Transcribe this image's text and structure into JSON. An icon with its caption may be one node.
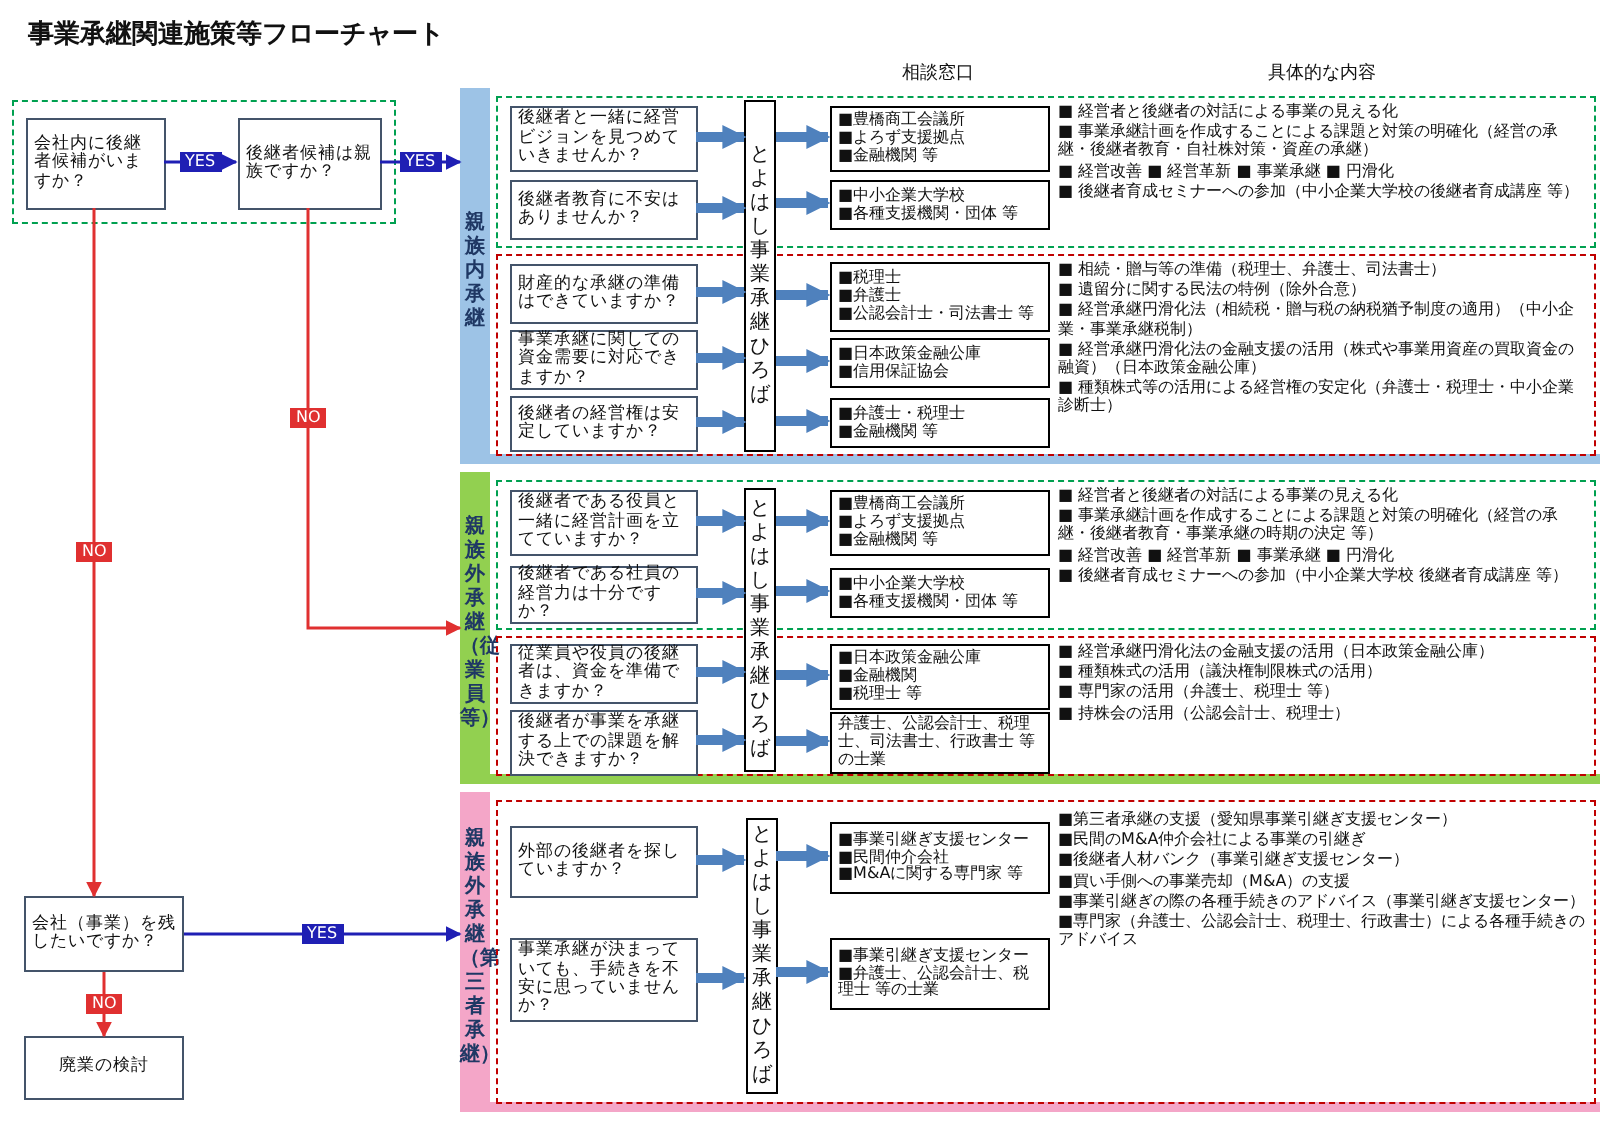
{
  "diagram": {
    "title": "事業承継関連施策等フローチャート",
    "nodes": [
      {
        "text": [],
        "shape": "box"
      },
      {
        "text": [
          "会社内に後継者候補がいますか？"
        ],
        "in": 0
      },
      {
        "text": [
          "後継者候補は親族ですか？"
        ],
        "in": 0
      },
      {
        "text": [
          "会社（事業）を残したいですか？"
        ]
      },
      {
        "text": [
          "廃業の検討"
        ]
      },
      {
        "text": [
          "親族内承継"
        ]
      },
      {
        "text": [],
        "shape": "box",
        "in": 5
      },
      {
        "text": [
          "後継者と一緒に経営ビジョンを見つめていきませんか？"
        ],
        "in": 6
      },
      {
        "text": [
          "後継者教育に不安はありませんか？"
        ],
        "in": 6
      },
      {
        "text": [
          "■豊橋商工会議所",
          "■よろず支援拠点",
          "■金融機関 等"
        ],
        "in": 6
      },
      {
        "text": [
          "■中小企業大学校",
          "■各種支援機関・団体 等"
        ],
        "in": 6
      },
      {
        "text": [
          "■ 経営者と後継者の対話による事業の見える化",
          "■ 事業承継計画を作成することによる課題と対策の明確化（経営の承継・後継者教育・自社株対策・資産の承継）",
          "■ 経営改善 ■ 経営革新 ■ 事業承継 ■ 円滑化",
          "■ 後継者育成セミナーへの参加（中小企業大学校の後継者育成講座 等）"
        ],
        "in": 6
      },
      {
        "text": [],
        "shape": "box",
        "in": 5
      },
      {
        "text": [
          "財産的な承継の準備はできていますか？"
        ],
        "in": 12
      },
      {
        "text": [
          "事業承継に関しての資金需要に対応できますか？"
        ],
        "in": 12
      },
      {
        "text": [
          "後継者の経営権は安定していますか？"
        ],
        "in": 12
      },
      {
        "text": [
          "■税理士",
          "■弁護士",
          "■公認会計士・司法書士 等"
        ],
        "in": 12
      },
      {
        "text": [
          "■日本政策金融公庫",
          "■信用保証協会"
        ],
        "in": 12
      },
      {
        "text": [
          "■弁護士・税理士",
          "■金融機関 等"
        ],
        "in": 12
      },
      {
        "text": [
          "■ 相続・贈与等の準備（税理士、弁護士、司法書士）",
          "■ 遺留分に関する民法の特例（除外合意）",
          "■ 経営承継円滑化法（相続税・贈与税の納税猶予制度の適用）（中小企業・事業承継税制）",
          "■ 経営承継円滑化法の金融支援の活用（株式や事業用資産の買取資金の融資）（日本政策金融公庫）",
          "■ 種類株式等の活用による経営権の安定化（弁護士・税理士・中小企業診断士）"
        ],
        "in": 12
      },
      {
        "text": [
          "とよはし事業承継ひろば"
        ],
        "in": 5
      },
      {
        "text": [
          "親族外承継（従業員等）"
        ]
      },
      {
        "text": [],
        "shape": "box",
        "in": 21
      },
      {
        "text": [
          "後継者である役員と一緒に経営計画を立てていますか？"
        ],
        "in": 22
      },
      {
        "text": [
          "後継者である社員の経営力は十分ですか？"
        ],
        "in": 22
      },
      {
        "text": [
          "■豊橋商工会議所",
          "■よろず支援拠点",
          "■金融機関 等"
        ],
        "in": 22
      },
      {
        "text": [
          "■中小企業大学校",
          "■各種支援機関・団体 等"
        ],
        "in": 22
      },
      {
        "text": [
          "■ 経営者と後継者の対話による事業の見える化",
          "■ 事業承継計画を作成することによる課題と対策の明確化（経営の承継・後継者教育・事業承継の時期の決定 等）",
          "■ 経営改善 ■ 経営革新 ■ 事業承継 ■ 円滑化",
          "■ 後継者育成セミナーへの参加（中小企業大学校 後継者育成講座 等）"
        ],
        "in": 22
      },
      {
        "text": [],
        "shape": "box",
        "in": 21
      },
      {
        "text": [
          "従業員や役員の後継者は、資金を準備できますか？"
        ],
        "in": 28
      },
      {
        "text": [
          "後継者が事業を承継する上での課題を解決できますか？"
        ],
        "in": 28
      },
      {
        "text": [
          "■日本政策金融公庫",
          "■金融機関",
          "■税理士 等"
        ],
        "in": 28
      },
      {
        "text": [
          "弁護士、公認会計士、税理士、司法書士、行政書士 等の士業"
        ],
        "in": 28
      },
      {
        "text": [
          "■ 経営承継円滑化法の金融支援の活用（日本政策金融公庫）",
          "■ 種類株式の活用（議決権制限株式の活用）",
          "■ 専門家の活用（弁護士、税理士 等）",
          "■ 持株会の活用（公認会計士、税理士）"
        ],
        "in": 28
      },
      {
        "text": [
          "とよはし事業承継ひろば"
        ],
        "in": 21
      },
      {
        "text": [
          "親族外承継（第三者承継）"
        ]
      },
      {
        "text": [],
        "shape": "box",
        "in": 35
      },
      {
        "text": [
          "外部の後継者を探していますか？"
        ],
        "in": 36
      },
      {
        "text": [
          "事業承継が決まっていても、手続きを不安に思っていませんか？"
        ],
        "in": 36
      },
      {
        "text": [
          "■事業引継ぎ支援センター",
          "■民間仲介会社",
          "■M&Aに関する専門家 等"
        ],
        "in": 36
      },
      {
        "text": [
          "■事業引継ぎ支援センター",
          "■弁護士、公認会計士、税理士 等の士業"
        ],
        "in": 36
      },
      {
        "text": [
          "■第三者承継の支援（愛知県事業引継ぎ支援センター）",
          "■民間のM&A仲介会社による事業の引継ぎ",
          "■後継者人材バンク（事業引継ぎ支援センター）",
          "■買い手側への事業売却（M&A）の支援",
          "■事業引継ぎの際の各種手続きのアドバイス（事業引継ぎ支援センター）",
          "■専門家（弁護士、公認会計士、税理士、行政書士）による各種手続きのアドバイス"
        ],
        "in": 36
      },
      {
        "text": [
          "とよはし事業承継ひろば"
        ],
        "in": 36
      }
    ],
    "edges": [
      {
        "from": 1,
        "to": 2,
        "arrow": "to",
        "label": "YES",
        "color": "#1f1fb4"
      },
      {
        "from": 2,
        "to": 5,
        "arrow": "to",
        "label": "YES",
        "color": "#1f1fb4"
      },
      {
        "from": 1,
        "to": 3,
        "arrow": "to",
        "label": "NO",
        "color": "#e03030"
      },
      {
        "from": 2,
        "to": 21,
        "arrow": "to",
        "label": "NO",
        "color": "#e03030"
      },
      {
        "from": 3,
        "to": 35,
        "arrow": "to",
        "label": "YES",
        "color": "#1f1fb4"
      },
      {
        "from": 3,
        "to": 4,
        "arrow": "to",
        "label": "NO",
        "color": "#e03030"
      },
      {
        "from": 7,
        "to": 20,
        "arrow": "to"
      },
      {
        "from": 20,
        "to": 9,
        "arrow": "to"
      },
      {
        "from": 8,
        "to": 20,
        "arrow": "to"
      },
      {
        "from": 20,
        "to": 10,
        "arrow": "to"
      },
      {
        "from": 13,
        "to": 20,
        "arrow": "to"
      },
      {
        "from": 20,
        "to": 16,
        "arrow": "to"
      },
      {
        "from": 14,
        "to": 20,
        "arrow": "to"
      },
      {
        "from": 20,
        "to": 17,
        "arrow": "to"
      },
      {
        "from": 15,
        "to": 20,
        "arrow": "to"
      },
      {
        "from": 20,
        "to": 18,
        "arrow": "to"
      },
      {
        "from": 23,
        "to": 34,
        "arrow": "to"
      },
      {
        "from": 34,
        "to": 25,
        "arrow": "to"
      },
      {
        "from": 24,
        "to": 34,
        "arrow": "to"
      },
      {
        "from": 34,
        "to": 26,
        "arrow": "to"
      },
      {
        "from": 29,
        "to": 34,
        "arrow": "to"
      },
      {
        "from": 34,
        "to": 31,
        "arrow": "to"
      },
      {
        "from": 30,
        "to": 34,
        "arrow": "to"
      },
      {
        "from": 34,
        "to": 32,
        "arrow": "to"
      },
      {
        "from": 37,
        "to": 42,
        "arrow": "to"
      },
      {
        "from": 42,
        "to": 39,
        "arrow": "to"
      },
      {
        "from": 38,
        "to": 42,
        "arrow": "to"
      },
      {
        "from": 42,
        "to": 40,
        "arrow": "to"
      }
    ],
    "labels": [
      "相談窓口",
      "具体的な内容"
    ]
  }
}
